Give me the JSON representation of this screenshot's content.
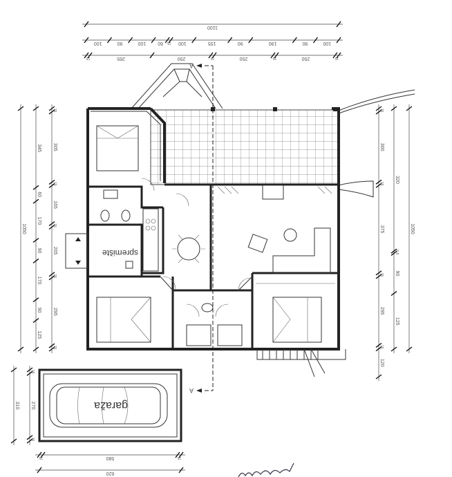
{
  "rooms": {
    "storage_label": "spremište",
    "garage_label": "garaža"
  },
  "section_marker": "A",
  "dimensions": {
    "top_total": [
      "1100"
    ],
    "top_openings": [
      "100",
      "90",
      "100",
      "60",
      "15",
      "100",
      "155",
      "90",
      "190",
      "90",
      "100"
    ],
    "top_walls": [
      "15",
      "265",
      "250",
      "15",
      "250",
      "15",
      "250",
      "15"
    ],
    "left_total": [
      "1050"
    ],
    "left_openings": [
      "345",
      "60",
      "170",
      "90",
      "170",
      "90",
      "125"
    ],
    "left_walls": [
      "15",
      "305",
      "15",
      "165",
      "15",
      "205",
      "15",
      "295",
      "15"
    ],
    "right_walls": [
      "15",
      "300",
      "15",
      "375",
      "15",
      "295",
      "15",
      "120"
    ],
    "right_openings": [
      "320",
      "5-5",
      "90",
      "125"
    ],
    "right_total": [
      "1050"
    ],
    "garage_height_outer": [
      "310"
    ],
    "garage_height_inner": [
      "15",
      "270",
      "15"
    ],
    "garage_width_inner": [
      "15",
      "580",
      "15"
    ],
    "garage_width_outer": [
      "620"
    ]
  }
}
